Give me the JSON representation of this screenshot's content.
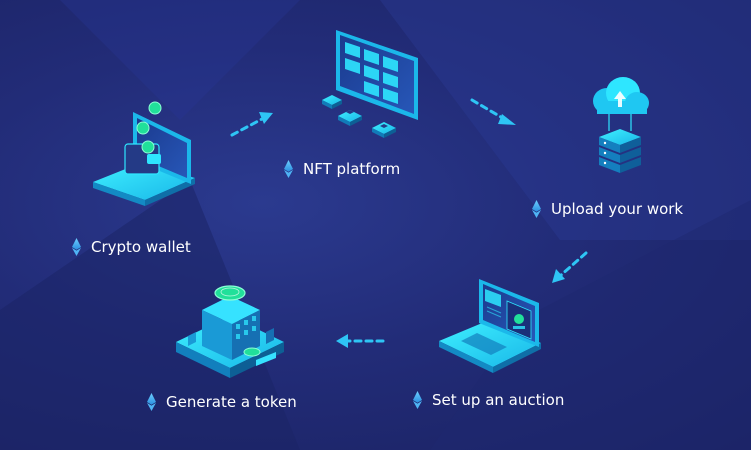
{
  "steps": [
    {
      "id": "crypto-wallet",
      "label": "Crypto wallet",
      "icon": "wallet-laptop-icon"
    },
    {
      "id": "nft-platform",
      "label": "NFT platform",
      "icon": "nft-gallery-monitor-icon"
    },
    {
      "id": "upload-work",
      "label": "Upload your work",
      "icon": "cloud-server-upload-icon"
    },
    {
      "id": "set-up-auction",
      "label": "Set up an auction",
      "icon": "auction-laptop-icon"
    },
    {
      "id": "generate-token",
      "label": "Generate a token",
      "icon": "token-building-icon"
    }
  ],
  "bullet_icon": "ethereum-icon",
  "colors": {
    "background": "#222c78",
    "accent": "#2ee6ff",
    "accent_dark": "#1a9ad6",
    "text": "#ffffff"
  }
}
